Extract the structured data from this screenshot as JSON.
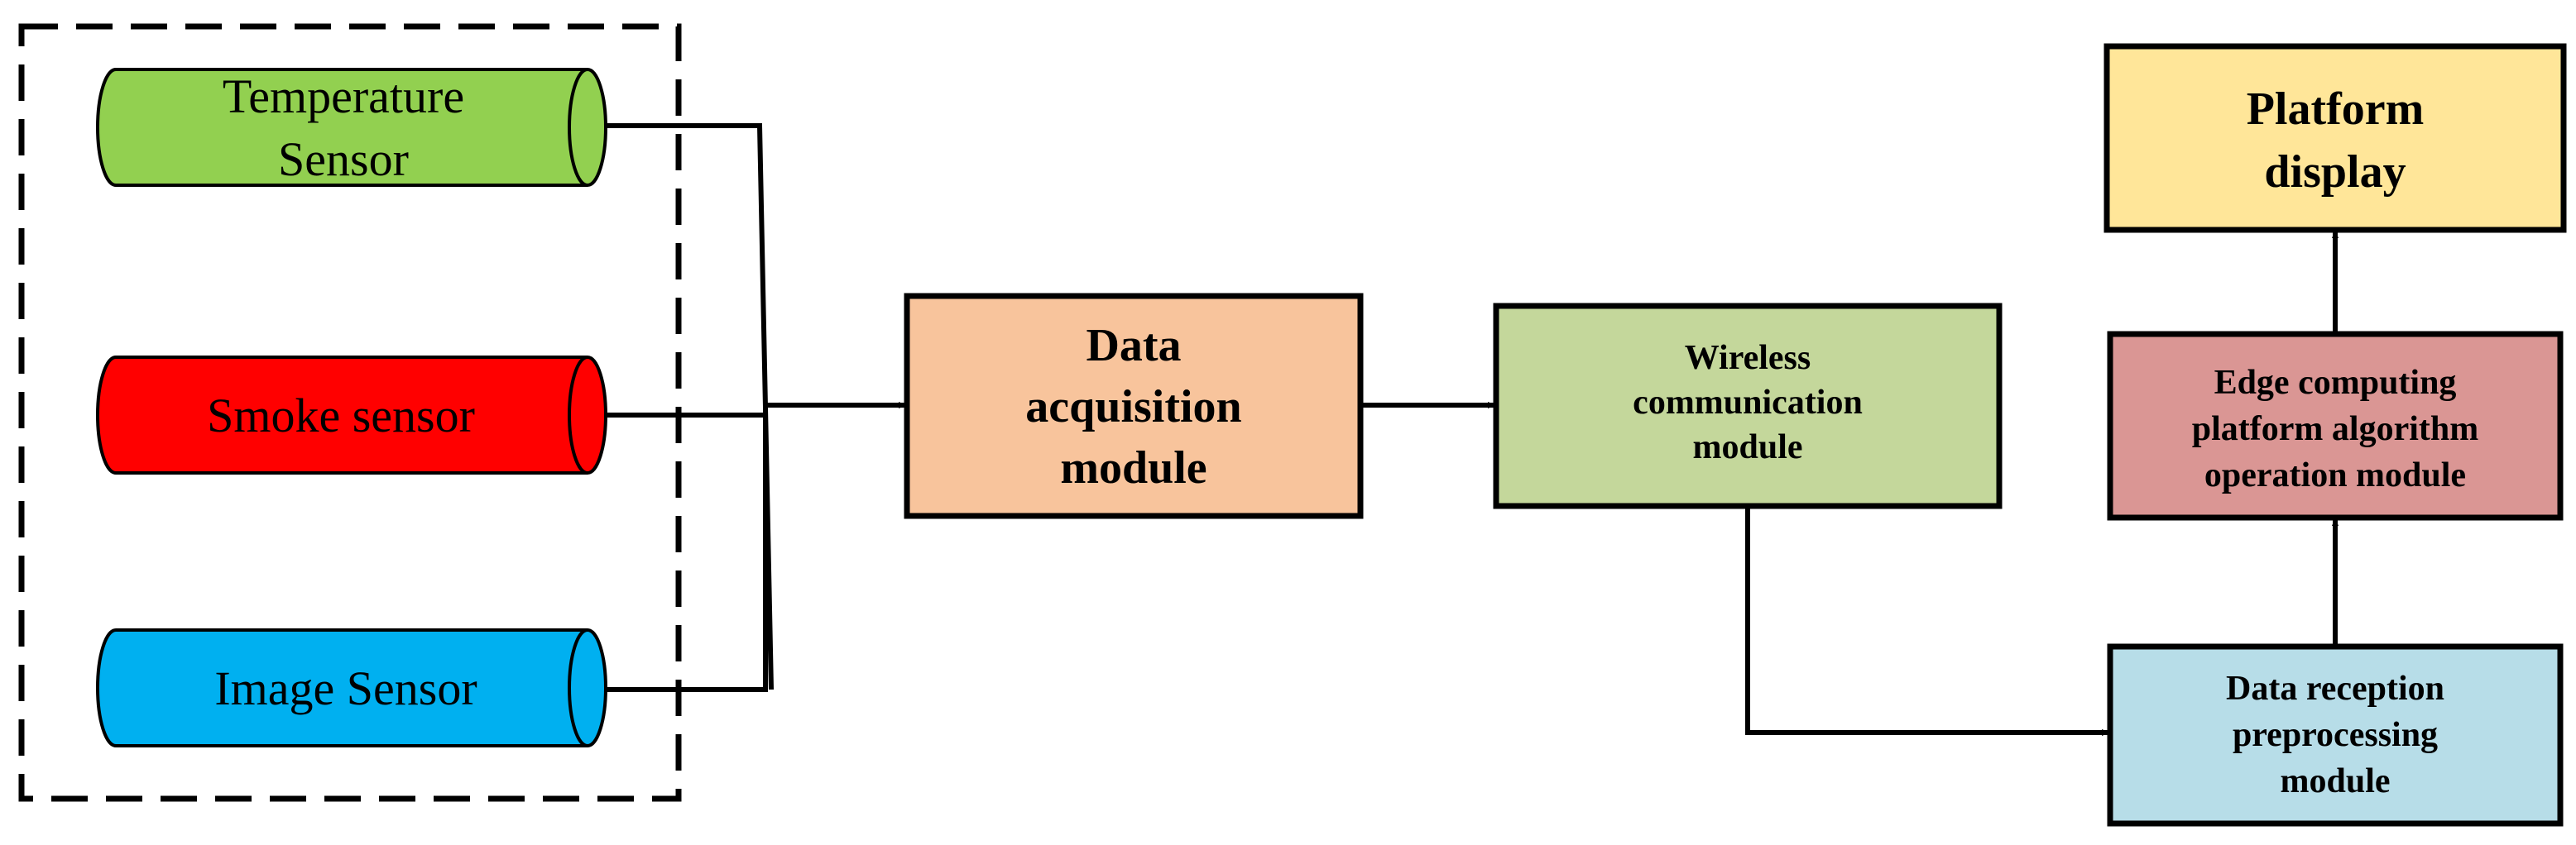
{
  "sensors": [
    {
      "label_lines": [
        "Temperature",
        "Sensor"
      ],
      "color": "#92D050"
    },
    {
      "label_lines": [
        "Smoke sensor"
      ],
      "color": "#FF0000"
    },
    {
      "label_lines": [
        "Image Sensor"
      ],
      "color": "#00B0F0"
    }
  ],
  "modules": {
    "data_acquisition": {
      "label_lines": [
        "Data",
        "acquisition",
        "module"
      ],
      "color": "#F8C49C"
    },
    "wireless": {
      "label_lines": [
        "Wireless",
        "communication",
        "module"
      ],
      "color": "#C4D79B"
    },
    "reception": {
      "label_lines": [
        "Data reception",
        "preprocessing",
        "module"
      ],
      "color": "#B7DDE8"
    },
    "edge": {
      "label_lines": [
        "Edge computing",
        "platform algorithm",
        "operation module"
      ],
      "color": "#DA9694"
    },
    "platform": {
      "label_lines": [
        "Platform",
        "display"
      ],
      "color": "#FFE699"
    }
  }
}
